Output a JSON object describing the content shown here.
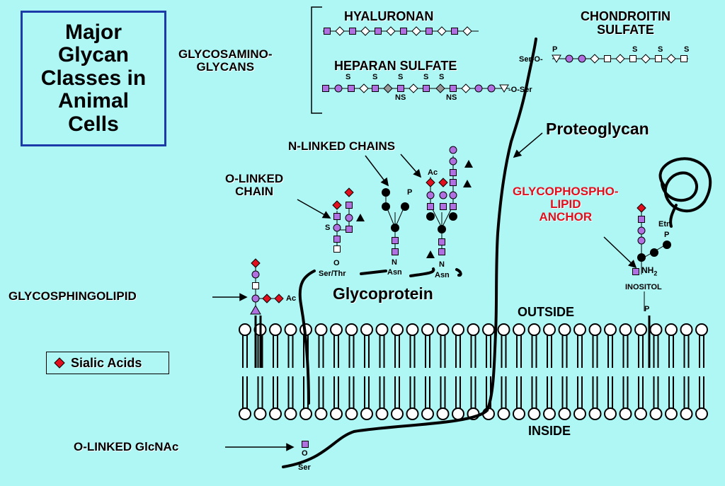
{
  "title": "Major\nGlycan\nClasses in\nAnimal\nCells",
  "labels": {
    "glycosaminoglycans": "GLYCOSAMINO-\nGLYCANS",
    "hyaluronan": "HYALURONAN",
    "heparan_sulfate": "HEPARAN SULFATE",
    "chondroitin_sulfate": "CHONDROITIN\nSULFATE",
    "proteoglycan": "Proteoglycan",
    "n_linked_chains": "N-LINKED CHAINS",
    "o_linked_chain": "O-LINKED\nCHAIN",
    "gpi_anchor": "GLYCOPHOSPHO-\nLIPID\nANCHOR",
    "glycosphingolipid": "GLYCOSPHINGOLIPID",
    "glycoprotein": "Glycoprotein",
    "outside": "OUTSIDE",
    "inside": "INSIDE",
    "o_linked_glcnac": "O-LINKED GlcNAc"
  },
  "small_labels": {
    "ser_o": "Ser-O-",
    "o_ser": "-O-Ser",
    "ser_thr": "Ser/Thr",
    "asn": "Asn",
    "n": "N",
    "o": "O",
    "s": "S",
    "p": "P",
    "ns": "NS",
    "ac": "Ac",
    "etn": "Etn",
    "nh2": "NH",
    "nh2_sub": "2",
    "inositol": "INOSITOL",
    "ser": "Ser"
  },
  "legend": {
    "label": "Sialic Acids",
    "color": "#e0101e"
  },
  "colors": {
    "background": "#aef7f5",
    "title_border": "#1c3ba8",
    "sugar_purple": "#b070e0",
    "sialic_red": "#e0101e",
    "gpi_label": "#e0101e"
  }
}
